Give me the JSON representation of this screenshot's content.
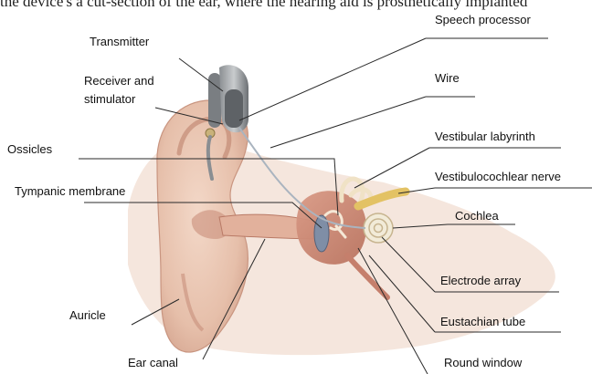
{
  "top_fragment_text": "the device's a cut-section of the ear, where the hearing aid is prosthetically implanted",
  "labels": {
    "speech_processor": "Speech processor",
    "transmitter": "Transmitter",
    "receiver_line1": "Receiver and",
    "receiver_line2": "stimulator",
    "wire": "Wire",
    "ossicles": "Ossicles",
    "vestibular_labyrinth": "Vestibular labyrinth",
    "vestibulocochlear_nerve": "Vestibulocochlear nerve",
    "tympanic_membrane": "Tympanic membrane",
    "cochlea": "Cochlea",
    "electrode_array": "Electrode array",
    "auricle": "Auricle",
    "eustachian_tube": "Eustachian tube",
    "ear_canal": "Ear canal",
    "round_window": "Round window"
  },
  "colors": {
    "skin": "#e9c7b4",
    "skin_shadow": "#d9a894",
    "skin_dark": "#c58b78",
    "device": "#6f7377",
    "device_light": "#b9bcbf",
    "bone": "#f1e6c8",
    "nerve": "#e8c86a",
    "leader": "#2a2a2a"
  }
}
